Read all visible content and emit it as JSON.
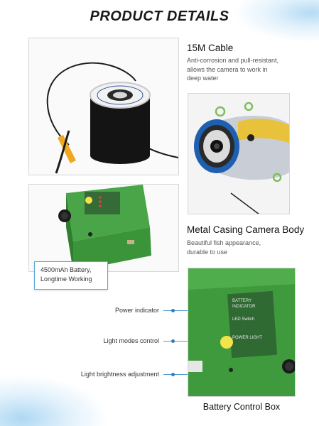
{
  "header": {
    "title": "PRODUCT DETAILS"
  },
  "features": {
    "cable": {
      "title": "15M Cable",
      "desc1": "Anti-corrosion and pull-resistant,",
      "desc2": "allows the camera to work in",
      "desc3": "deep water"
    },
    "camera": {
      "title": "Metal Casing Camera Body",
      "desc1": "Beautiful fish appearance,",
      "desc2": "durable to use"
    }
  },
  "battery_callout": {
    "line1": "4500mAh Battery,",
    "line2": "Longtime Working"
  },
  "annotations": {
    "power": "Power indicator",
    "modes": "Light modes control",
    "brightness": "Light brightness adjustment"
  },
  "control_panel": {
    "battery_label": "BATTERY",
    "indicator_label": "INDICATOR",
    "led_label": "LED Switch",
    "power_light_label": "POWER LIGHT"
  },
  "bottom_label": "Battery Control Box",
  "colors": {
    "box_green": "#3e9a3c",
    "accent_blue": "#2a7fc0",
    "cable_black": "#1c1c1c"
  }
}
